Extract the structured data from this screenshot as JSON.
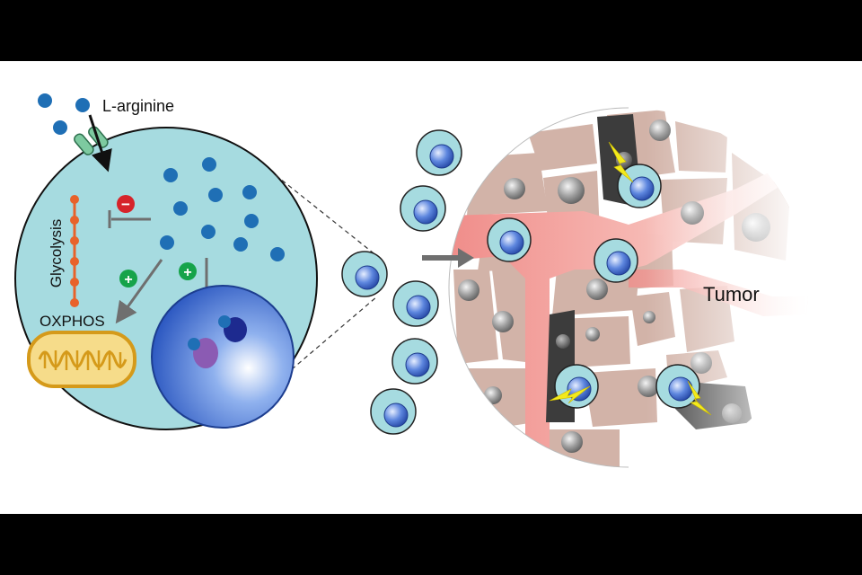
{
  "labels": {
    "l_arginine": "L-arginine",
    "glycolysis": "Glycolysis",
    "oxphos": "OXPHOS",
    "tumor": "Tumor",
    "minus": "−",
    "plus": "+"
  },
  "colors": {
    "cell_fill": "#a6dbe0",
    "arginine_dot": "#1f6fb5",
    "inhibit_badge": "#d6242a",
    "activate_badge": "#16a34a",
    "glycolysis_chain": "#e8622a",
    "mito_fill": "#f6dc8a",
    "mito_outline": "#d59a1a",
    "nucleus": "#2f63c9",
    "tumor_tissue": "#d2b3a8",
    "blood_vessel": "#f5a3a0",
    "dead_cell": "#3c3c3c",
    "lightning": "#f3ea1c"
  },
  "icons": {
    "transporter": "transporter-icon",
    "mitochondrion": "mitochondrion-icon",
    "nucleus": "nucleus-icon",
    "lightning": "lightning-bolt-icon"
  }
}
